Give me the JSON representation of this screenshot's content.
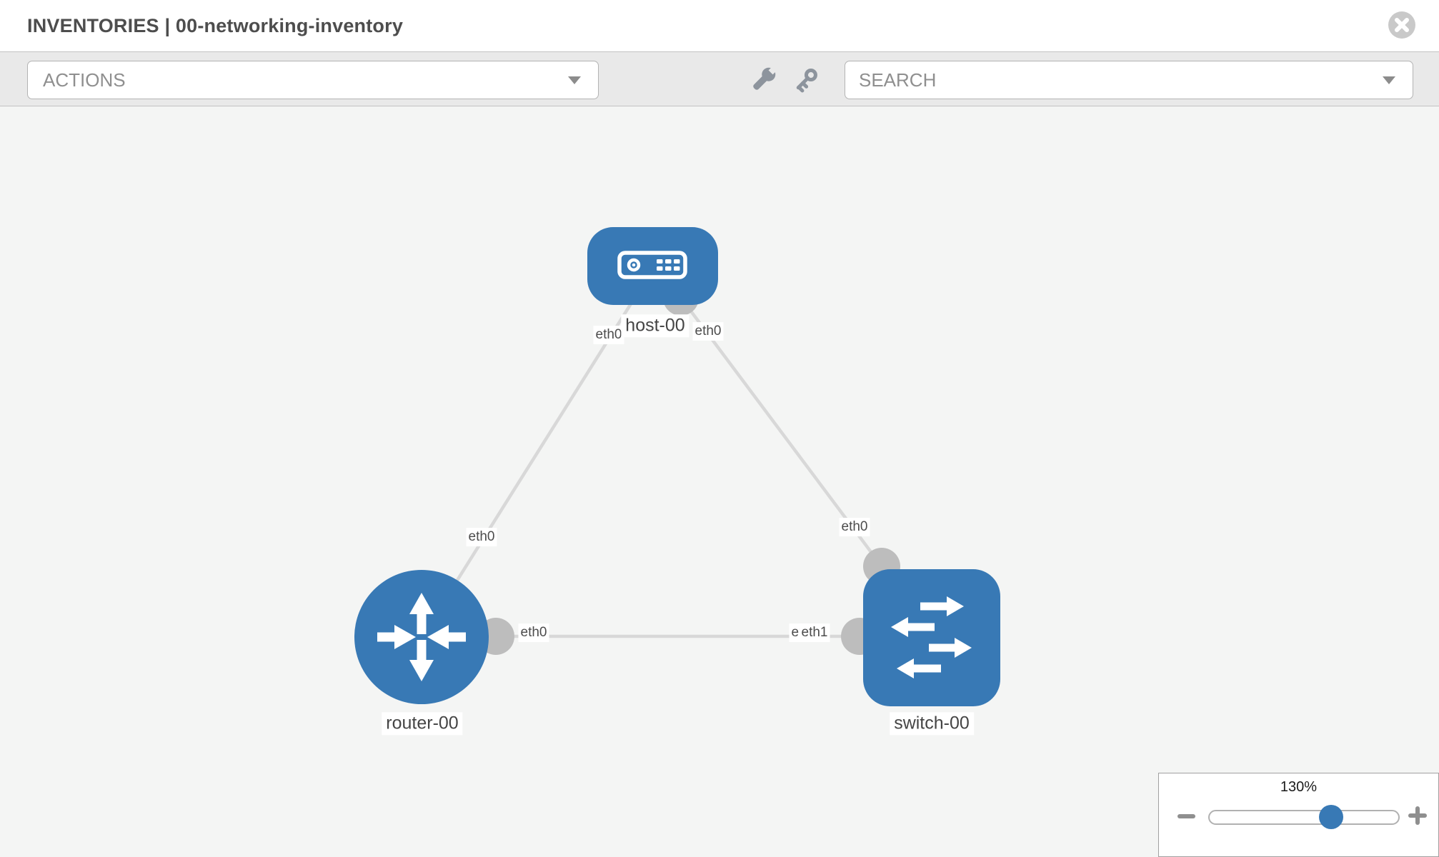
{
  "header": {
    "title": "INVENTORIES | 00-networking-inventory"
  },
  "toolbar": {
    "actions_label": "ACTIONS",
    "search_label": "SEARCH"
  },
  "topology": {
    "nodes": [
      {
        "id": "host-00",
        "type": "host",
        "label": "host-00"
      },
      {
        "id": "router-00",
        "type": "router",
        "label": "router-00"
      },
      {
        "id": "switch-00",
        "type": "switch",
        "label": "switch-00"
      }
    ],
    "links": [
      {
        "source": "host-00",
        "source_interface": "eth0",
        "target": "router-00",
        "target_interface": "eth0"
      },
      {
        "source": "host-00",
        "source_interface": "eth0",
        "target": "switch-00",
        "target_interface": "eth0"
      },
      {
        "source": "router-00",
        "source_interface": "eth0",
        "target": "switch-00",
        "target_interface": "eth1"
      }
    ],
    "overlap_label": {
      "text": "eth0"
    }
  },
  "zoom_control": {
    "value": "130%"
  },
  "icons": {
    "close": "close-x",
    "dropdown_caret": "chevron-down",
    "wrench": "wrench",
    "key": "key",
    "zoom_out": "minus",
    "zoom_in": "plus",
    "host_node": "server",
    "router_node": "crossed-arrows",
    "switch_node": "exchange-arrows"
  },
  "colors": {
    "node_blue": "#3879b5",
    "link_gray": "#d8d8d8",
    "port_gray": "#bdbdbd",
    "toolbar_bg": "#e9e9e9",
    "canvas_bg": "#f4f5f4",
    "title_text": "#4d4d4d",
    "label_text": "#4c4c4c",
    "muted_text": "#8f8f8f"
  }
}
